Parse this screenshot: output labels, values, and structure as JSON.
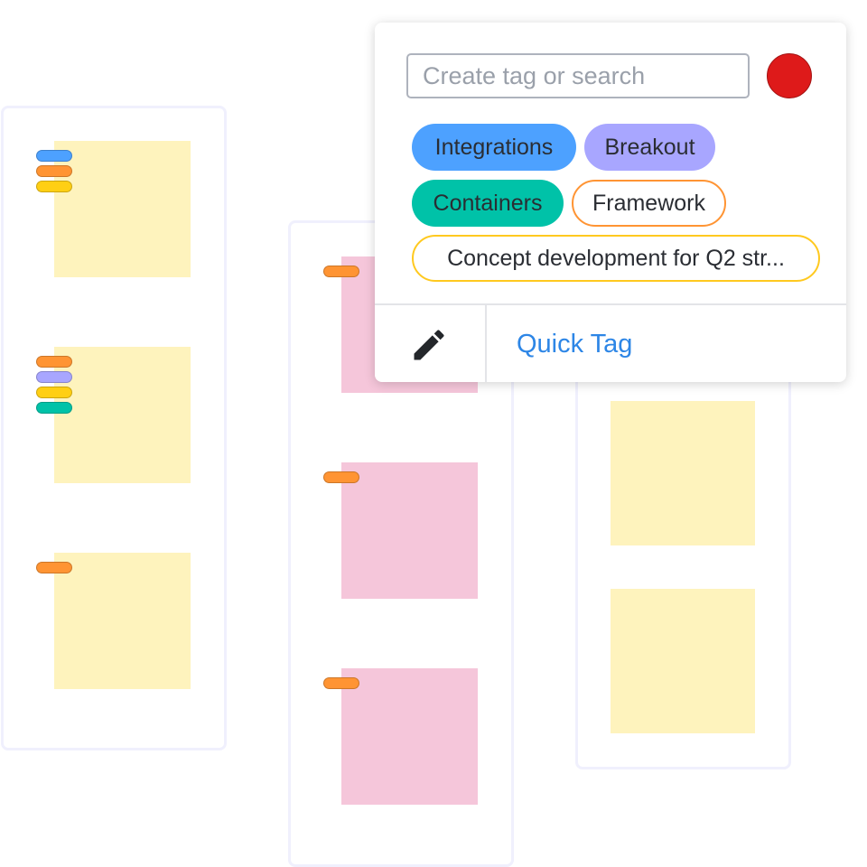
{
  "popup": {
    "search_placeholder": "Create tag or search",
    "search_value": "",
    "selected_color": "#de1a1a",
    "tags": [
      {
        "label": "Integrations",
        "style": "filled",
        "color": "#4da1ff"
      },
      {
        "label": "Breakout",
        "style": "filled",
        "color": "#a8a6ff"
      },
      {
        "label": "Containers",
        "style": "filled",
        "color": "#00c2a8"
      },
      {
        "label": "Framework",
        "style": "outline",
        "color": "#ff9433"
      },
      {
        "label": "Concept development for Q2 str...",
        "style": "outline",
        "color": "#ffc91f"
      }
    ],
    "edit_icon": "pencil-icon",
    "quick_tag_label": "Quick Tag"
  },
  "colors": {
    "blue": "#4da1ff",
    "orange": "#ff9433",
    "yellow": "#ffcf14",
    "purple": "#a8a6ff",
    "teal": "#00c2a8",
    "note_yellow": "#fef3bd",
    "note_pink": "#f5c6da"
  }
}
